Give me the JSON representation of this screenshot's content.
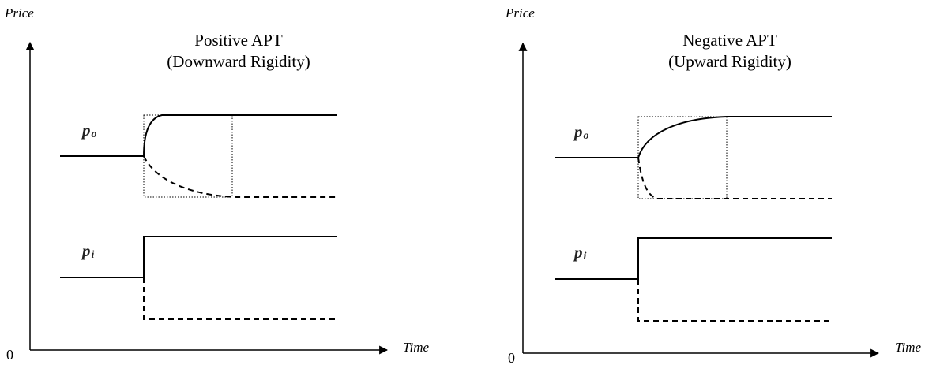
{
  "panels": [
    {
      "title_line1": "Positive APT",
      "title_line2": "(Downward Rigidity)",
      "y_axis_label": "Price",
      "x_axis_label": "Time",
      "origin_label": "0",
      "output_label_main": "p",
      "output_label_sub": "o",
      "input_label_main": "p",
      "input_label_sub": "i"
    },
    {
      "title_line1": "Negative APT",
      "title_line2": "(Upward Rigidity)",
      "y_axis_label": "Price",
      "x_axis_label": "Time",
      "origin_label": "0",
      "output_label_main": "p",
      "output_label_sub": "o",
      "input_label_main": "p",
      "input_label_sub": "i"
    }
  ]
}
